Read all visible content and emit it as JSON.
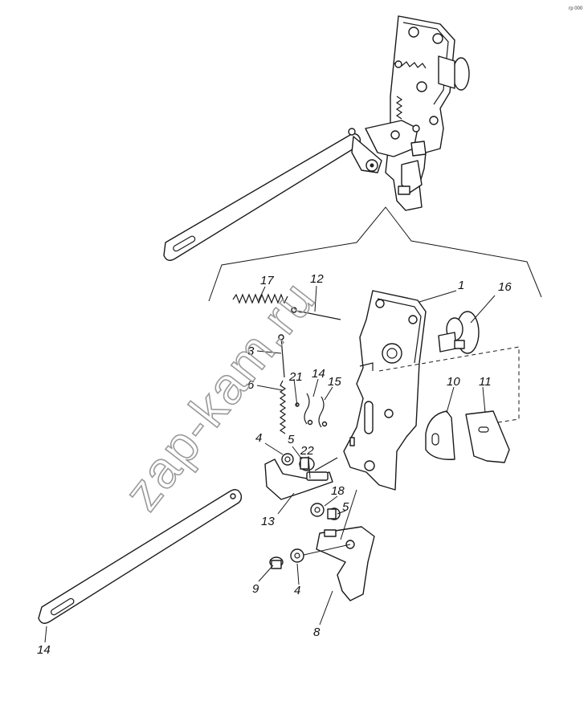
{
  "diagram": {
    "corner_mark": "гр 000",
    "watermark": "zap-kam.ru",
    "callouts": {
      "c1": "1",
      "c3": "3",
      "c4a": "4",
      "c4b": "4",
      "c5a": "5",
      "c5b": "5",
      "c6": "6",
      "c8": "8",
      "c9": "9",
      "c10": "10",
      "c11": "11",
      "c12": "12",
      "c13": "13",
      "c14a": "14",
      "c14b": "14",
      "c15": "15",
      "c16": "16",
      "c17": "17",
      "c18": "18",
      "c21": "21",
      "c22": "22"
    }
  }
}
